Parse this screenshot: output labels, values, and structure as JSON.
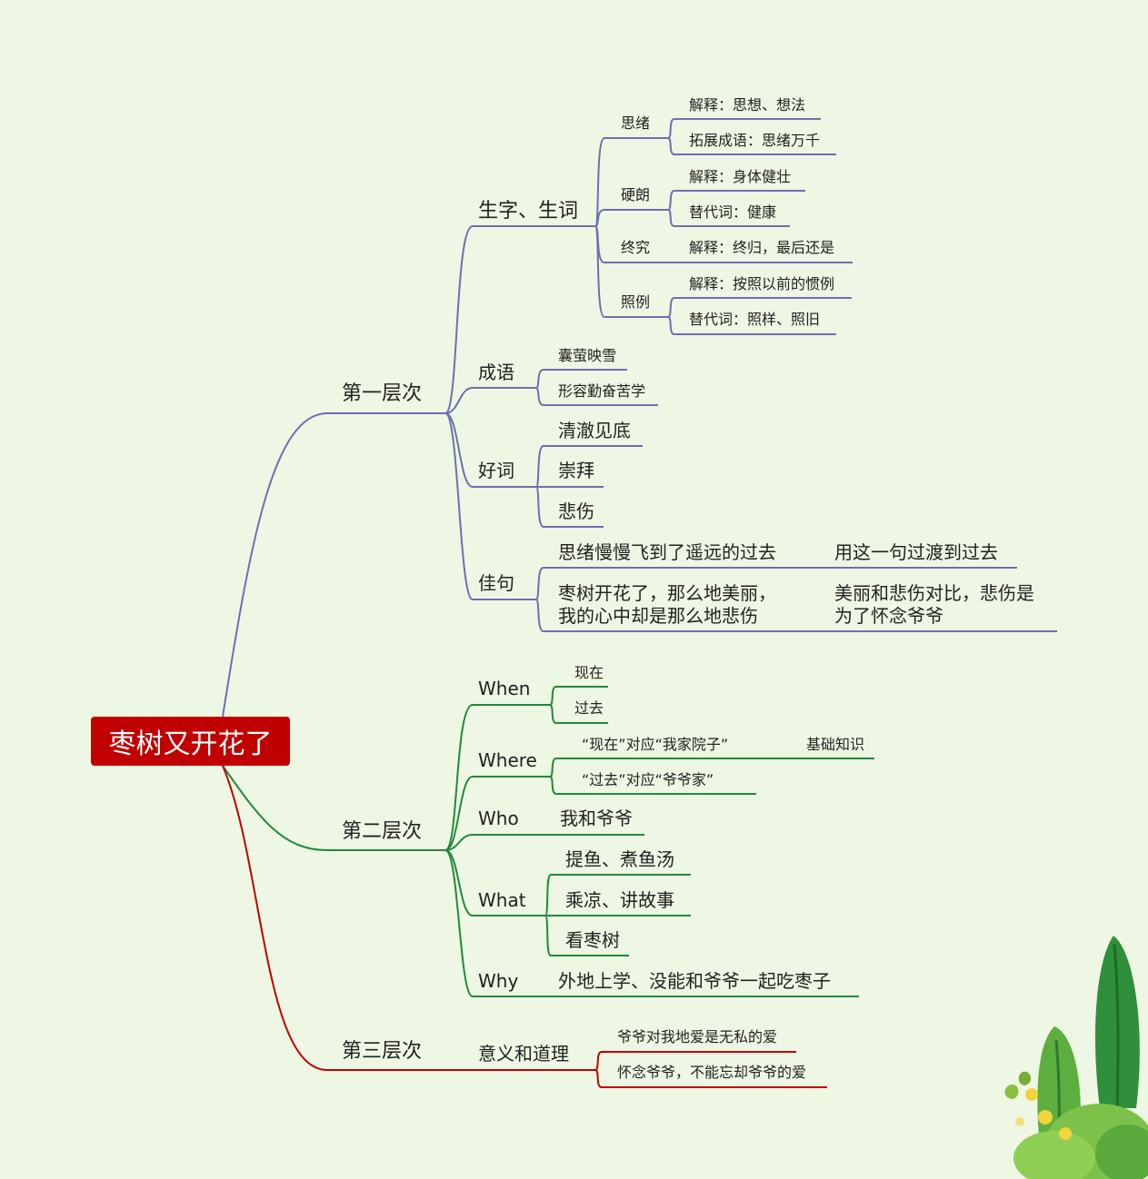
{
  "root": "枣树又开花了",
  "colors": {
    "level1": "#6f6fb0",
    "level2": "#1f8a3a",
    "level3": "#c00000",
    "root_bg": "#c10000",
    "background": "#eef7e3"
  },
  "level1": {
    "title": "第一层次",
    "vocab": {
      "title": "生字、生词",
      "items": [
        {
          "word": "思绪",
          "notes": [
            "解释：思想、想法",
            "拓展成语：思绪万千"
          ]
        },
        {
          "word": "硬朗",
          "notes": [
            "解释：身体健壮",
            "替代词：健康"
          ]
        },
        {
          "word": "终究",
          "notes": [
            "解释：终归，最后还是"
          ]
        },
        {
          "word": "照例",
          "notes": [
            "解释：按照以前的惯例",
            "替代词：照样、照旧"
          ]
        }
      ]
    },
    "idioms": {
      "title": "成语",
      "items": [
        "囊萤映雪",
        "形容勤奋苦学"
      ]
    },
    "good_words": {
      "title": "好词",
      "items": [
        "清澈见底",
        "崇拜",
        "悲伤"
      ]
    },
    "sentences": {
      "title": "佳句",
      "items": [
        {
          "text": "思绪慢慢飞到了遥远的过去",
          "note": "用这一句过渡到过去"
        },
        {
          "text_lines": [
            "枣树开花了，那么地美丽，",
            "我的心中却是那么地悲伤"
          ],
          "note_lines": [
            "美丽和悲伤对比，悲伤是",
            "为了怀念爷爷"
          ]
        }
      ]
    }
  },
  "level2": {
    "title": "第二层次",
    "when": {
      "label": "When",
      "items": [
        "现在",
        "过去"
      ]
    },
    "where": {
      "label": "Where",
      "items": [
        "“现在”对应“我家院子”",
        "“过去”对应“爷爷家”"
      ],
      "extra": "基础知识"
    },
    "who": {
      "label": "Who",
      "value": "我和爷爷"
    },
    "what": {
      "label": "What",
      "items": [
        "提鱼、煮鱼汤",
        "乘凉、讲故事",
        "看枣树"
      ]
    },
    "why": {
      "label": "Why",
      "value": "外地上学、没能和爷爷一起吃枣子"
    }
  },
  "level3": {
    "title": "第三层次",
    "meaning": {
      "title": "意义和道理",
      "items": [
        "爷爷对我地爱是无私的爱",
        "怀念爷爷，不能忘却爷爷的爱"
      ]
    }
  }
}
